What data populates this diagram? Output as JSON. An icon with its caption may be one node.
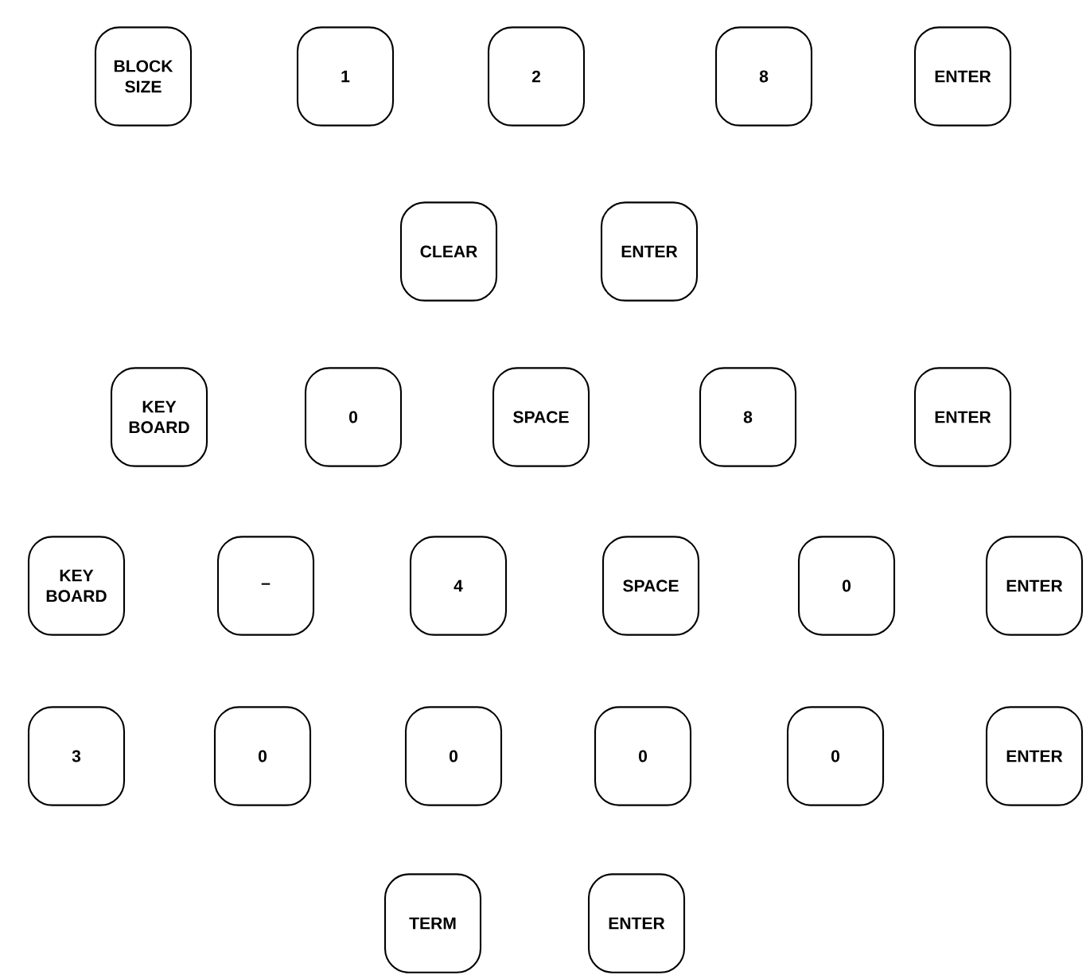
{
  "diagram": {
    "nodes": [
      {
        "text": [
          "BLOCK SIZE"
        ]
      },
      {
        "text": [
          "1"
        ]
      },
      {
        "text": [
          "2"
        ]
      },
      {
        "text": [
          "8"
        ]
      },
      {
        "text": [
          "ENTER"
        ]
      },
      {
        "text": [
          "CLEAR"
        ]
      },
      {
        "text": [
          "ENTER"
        ]
      },
      {
        "text": [
          "KEY BOARD"
        ]
      },
      {
        "text": [
          "0"
        ]
      },
      {
        "text": [
          "SPACE"
        ]
      },
      {
        "text": [
          "8"
        ]
      },
      {
        "text": [
          "ENTER"
        ]
      },
      {
        "text": [
          "KEY BOARD"
        ]
      },
      {
        "text": [
          "–"
        ]
      },
      {
        "text": [
          "4"
        ]
      },
      {
        "text": [
          "SPACE"
        ]
      },
      {
        "text": [
          "0"
        ]
      },
      {
        "text": [
          "ENTER"
        ]
      },
      {
        "text": [
          "3"
        ]
      },
      {
        "text": [
          "0"
        ]
      },
      {
        "text": [
          "0"
        ]
      },
      {
        "text": [
          "0"
        ]
      },
      {
        "text": [
          "0"
        ]
      },
      {
        "text": [
          "ENTER"
        ]
      },
      {
        "text": [
          "TERM"
        ]
      },
      {
        "text": [
          "ENTER"
        ]
      }
    ]
  }
}
